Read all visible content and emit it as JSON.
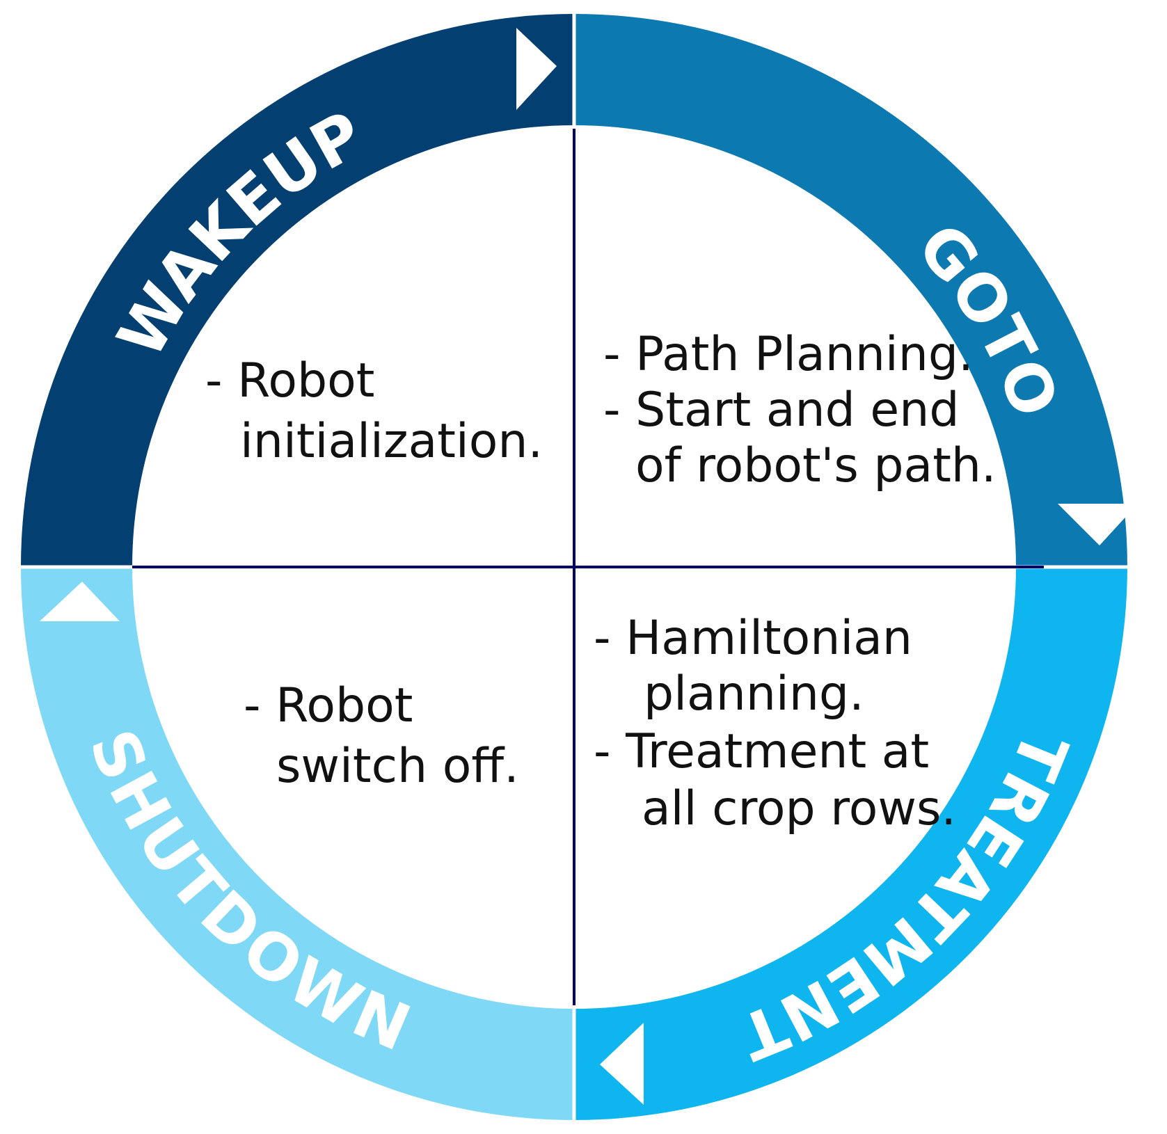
{
  "colors": {
    "wakeup": "#033F70",
    "goto": "#0D79B1",
    "treatment": "#0FB5EE",
    "shutdown": "#7ED8F6",
    "divider": "#000066",
    "arrow": "#ffffff"
  },
  "phases": {
    "wakeup": {
      "label": "WAKEUP",
      "lines": [
        "- Robot",
        "initialization."
      ]
    },
    "goto": {
      "label": "GOTO",
      "lines": [
        "- Path Planning.",
        "- Start and end",
        "of robot's path."
      ]
    },
    "treatment": {
      "label": "TREATMENT",
      "lines": [
        "- Hamiltonian",
        "planning.",
        "- Treatment at",
        "all crop rows."
      ]
    },
    "shutdown": {
      "label": "SHUTDOWN",
      "lines": [
        "- Robot",
        "switch off."
      ]
    }
  }
}
